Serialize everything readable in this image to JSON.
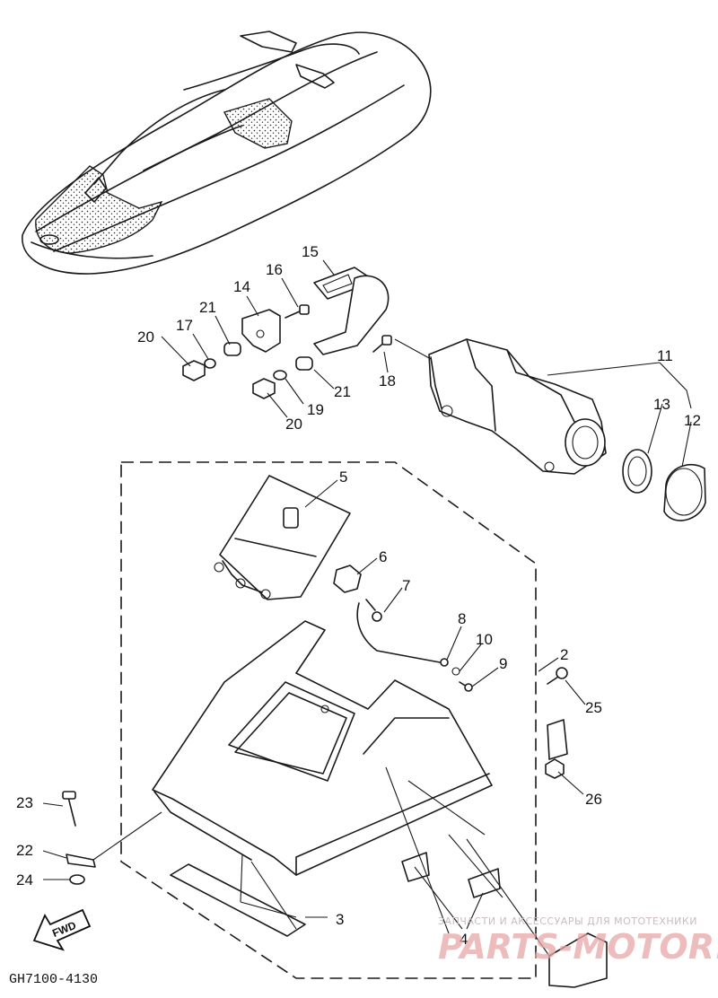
{
  "diagram": {
    "code": "GH7100-4130",
    "fwd_label": "FWD",
    "watermark_caption": "ЗАПЧАСТИ И АКСЕССУАРЫ ДЛЯ МОТОТЕХНИКИ",
    "watermark_brand": "PARTS-MOTOR.RU"
  },
  "callouts": [
    {
      "id": "c2",
      "text": "2"
    },
    {
      "id": "c3",
      "text": "3"
    },
    {
      "id": "c4",
      "text": "4"
    },
    {
      "id": "c5",
      "text": "5"
    },
    {
      "id": "c6",
      "text": "6"
    },
    {
      "id": "c7",
      "text": "7"
    },
    {
      "id": "c8",
      "text": "8"
    },
    {
      "id": "c9",
      "text": "9"
    },
    {
      "id": "c10",
      "text": "10"
    },
    {
      "id": "c11",
      "text": "11"
    },
    {
      "id": "c12",
      "text": "12"
    },
    {
      "id": "c13",
      "text": "13"
    },
    {
      "id": "c14",
      "text": "14"
    },
    {
      "id": "c15",
      "text": "15"
    },
    {
      "id": "c16",
      "text": "16"
    },
    {
      "id": "c17",
      "text": "17"
    },
    {
      "id": "c18",
      "text": "18"
    },
    {
      "id": "c19",
      "text": "19"
    },
    {
      "id": "c20a",
      "text": "20"
    },
    {
      "id": "c20b",
      "text": "20"
    },
    {
      "id": "c21a",
      "text": "21"
    },
    {
      "id": "c21b",
      "text": "21"
    },
    {
      "id": "c22",
      "text": "22"
    },
    {
      "id": "c23",
      "text": "23"
    },
    {
      "id": "c24",
      "text": "24"
    },
    {
      "id": "c25",
      "text": "25"
    },
    {
      "id": "c26",
      "text": "26"
    }
  ]
}
